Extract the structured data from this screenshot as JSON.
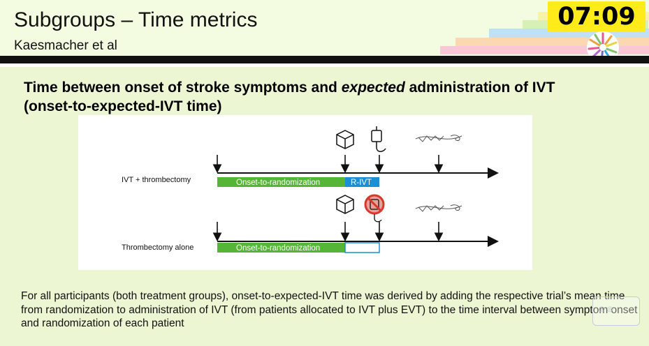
{
  "slide": {
    "title": "Subgroups – Time metrics",
    "subtitle": "Kaesmacher et al"
  },
  "timer": {
    "value": "07:09"
  },
  "content": {
    "heading_part1": "Time between onset of stroke symptoms and ",
    "heading_emph": "expected",
    "heading_part2": " administration of IVT",
    "heading_line2": "(onset-to-expected-IVT time)"
  },
  "figure": {
    "row1_label": "IVT + thrombectomy",
    "row1_bar_green": "Onset-to-randomization",
    "row1_bar_blue": "R-IVT",
    "row2_label": "Thrombectomy alone",
    "row2_bar_green": "Onset-to-randomization"
  },
  "caption": {
    "text": "For all participants (both treatment groups), onset-to-expected-IVT time was derived by adding the respective trial’s mean time from randomization to administration of IVT (from patients allocated to IVT plus EVT) to the time interval between symptom onset and randomization of each patient"
  },
  "colors": {
    "background": "#ecf6d2",
    "timer_bg": "#ffeb19",
    "bar_green": "#55b536",
    "bar_blue": "#1b8fd6",
    "no_symbol": "#d9372b"
  },
  "icons": [
    "box-icon",
    "iv-bag-icon",
    "thrombectomy-device-icon",
    "no-iv-icon",
    "logo-icon"
  ]
}
